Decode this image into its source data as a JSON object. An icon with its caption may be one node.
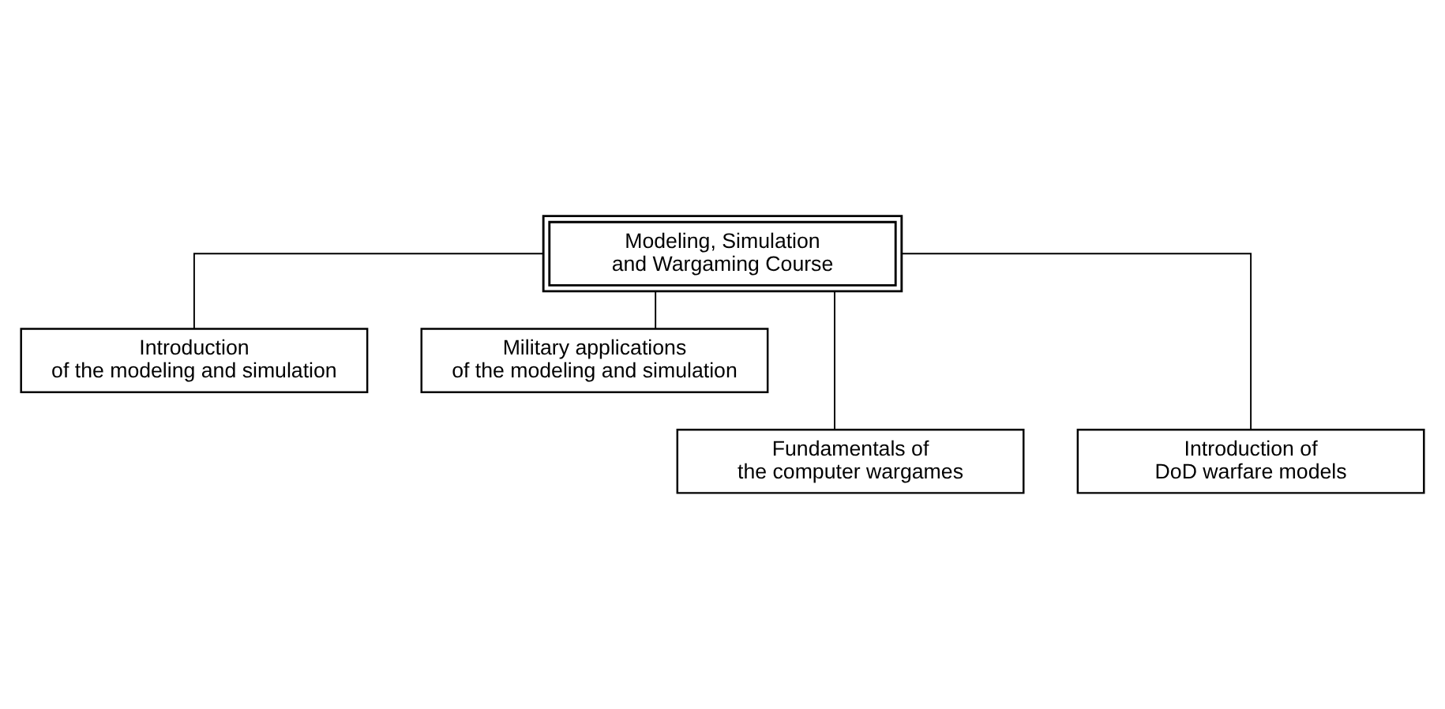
{
  "diagram": {
    "nodes": [
      {
        "text": [
          "Modeling, Simulation and Wargaming Course"
        ]
      },
      {
        "text": [
          "Introduction of the modeling and simulation"
        ]
      },
      {
        "text": [
          "Military applications of the modeling and simulation"
        ]
      },
      {
        "text": [
          "Fundamentals of the computer wargames"
        ]
      },
      {
        "text": [
          "Introduction of DoD warfare models"
        ]
      }
    ],
    "edges": [
      {
        "from": 0,
        "to": 1,
        "arrow": "none"
      },
      {
        "from": 0,
        "to": 2,
        "arrow": "none"
      },
      {
        "from": 0,
        "to": 3,
        "arrow": "none"
      },
      {
        "from": 0,
        "to": 4,
        "arrow": "none"
      }
    ]
  }
}
